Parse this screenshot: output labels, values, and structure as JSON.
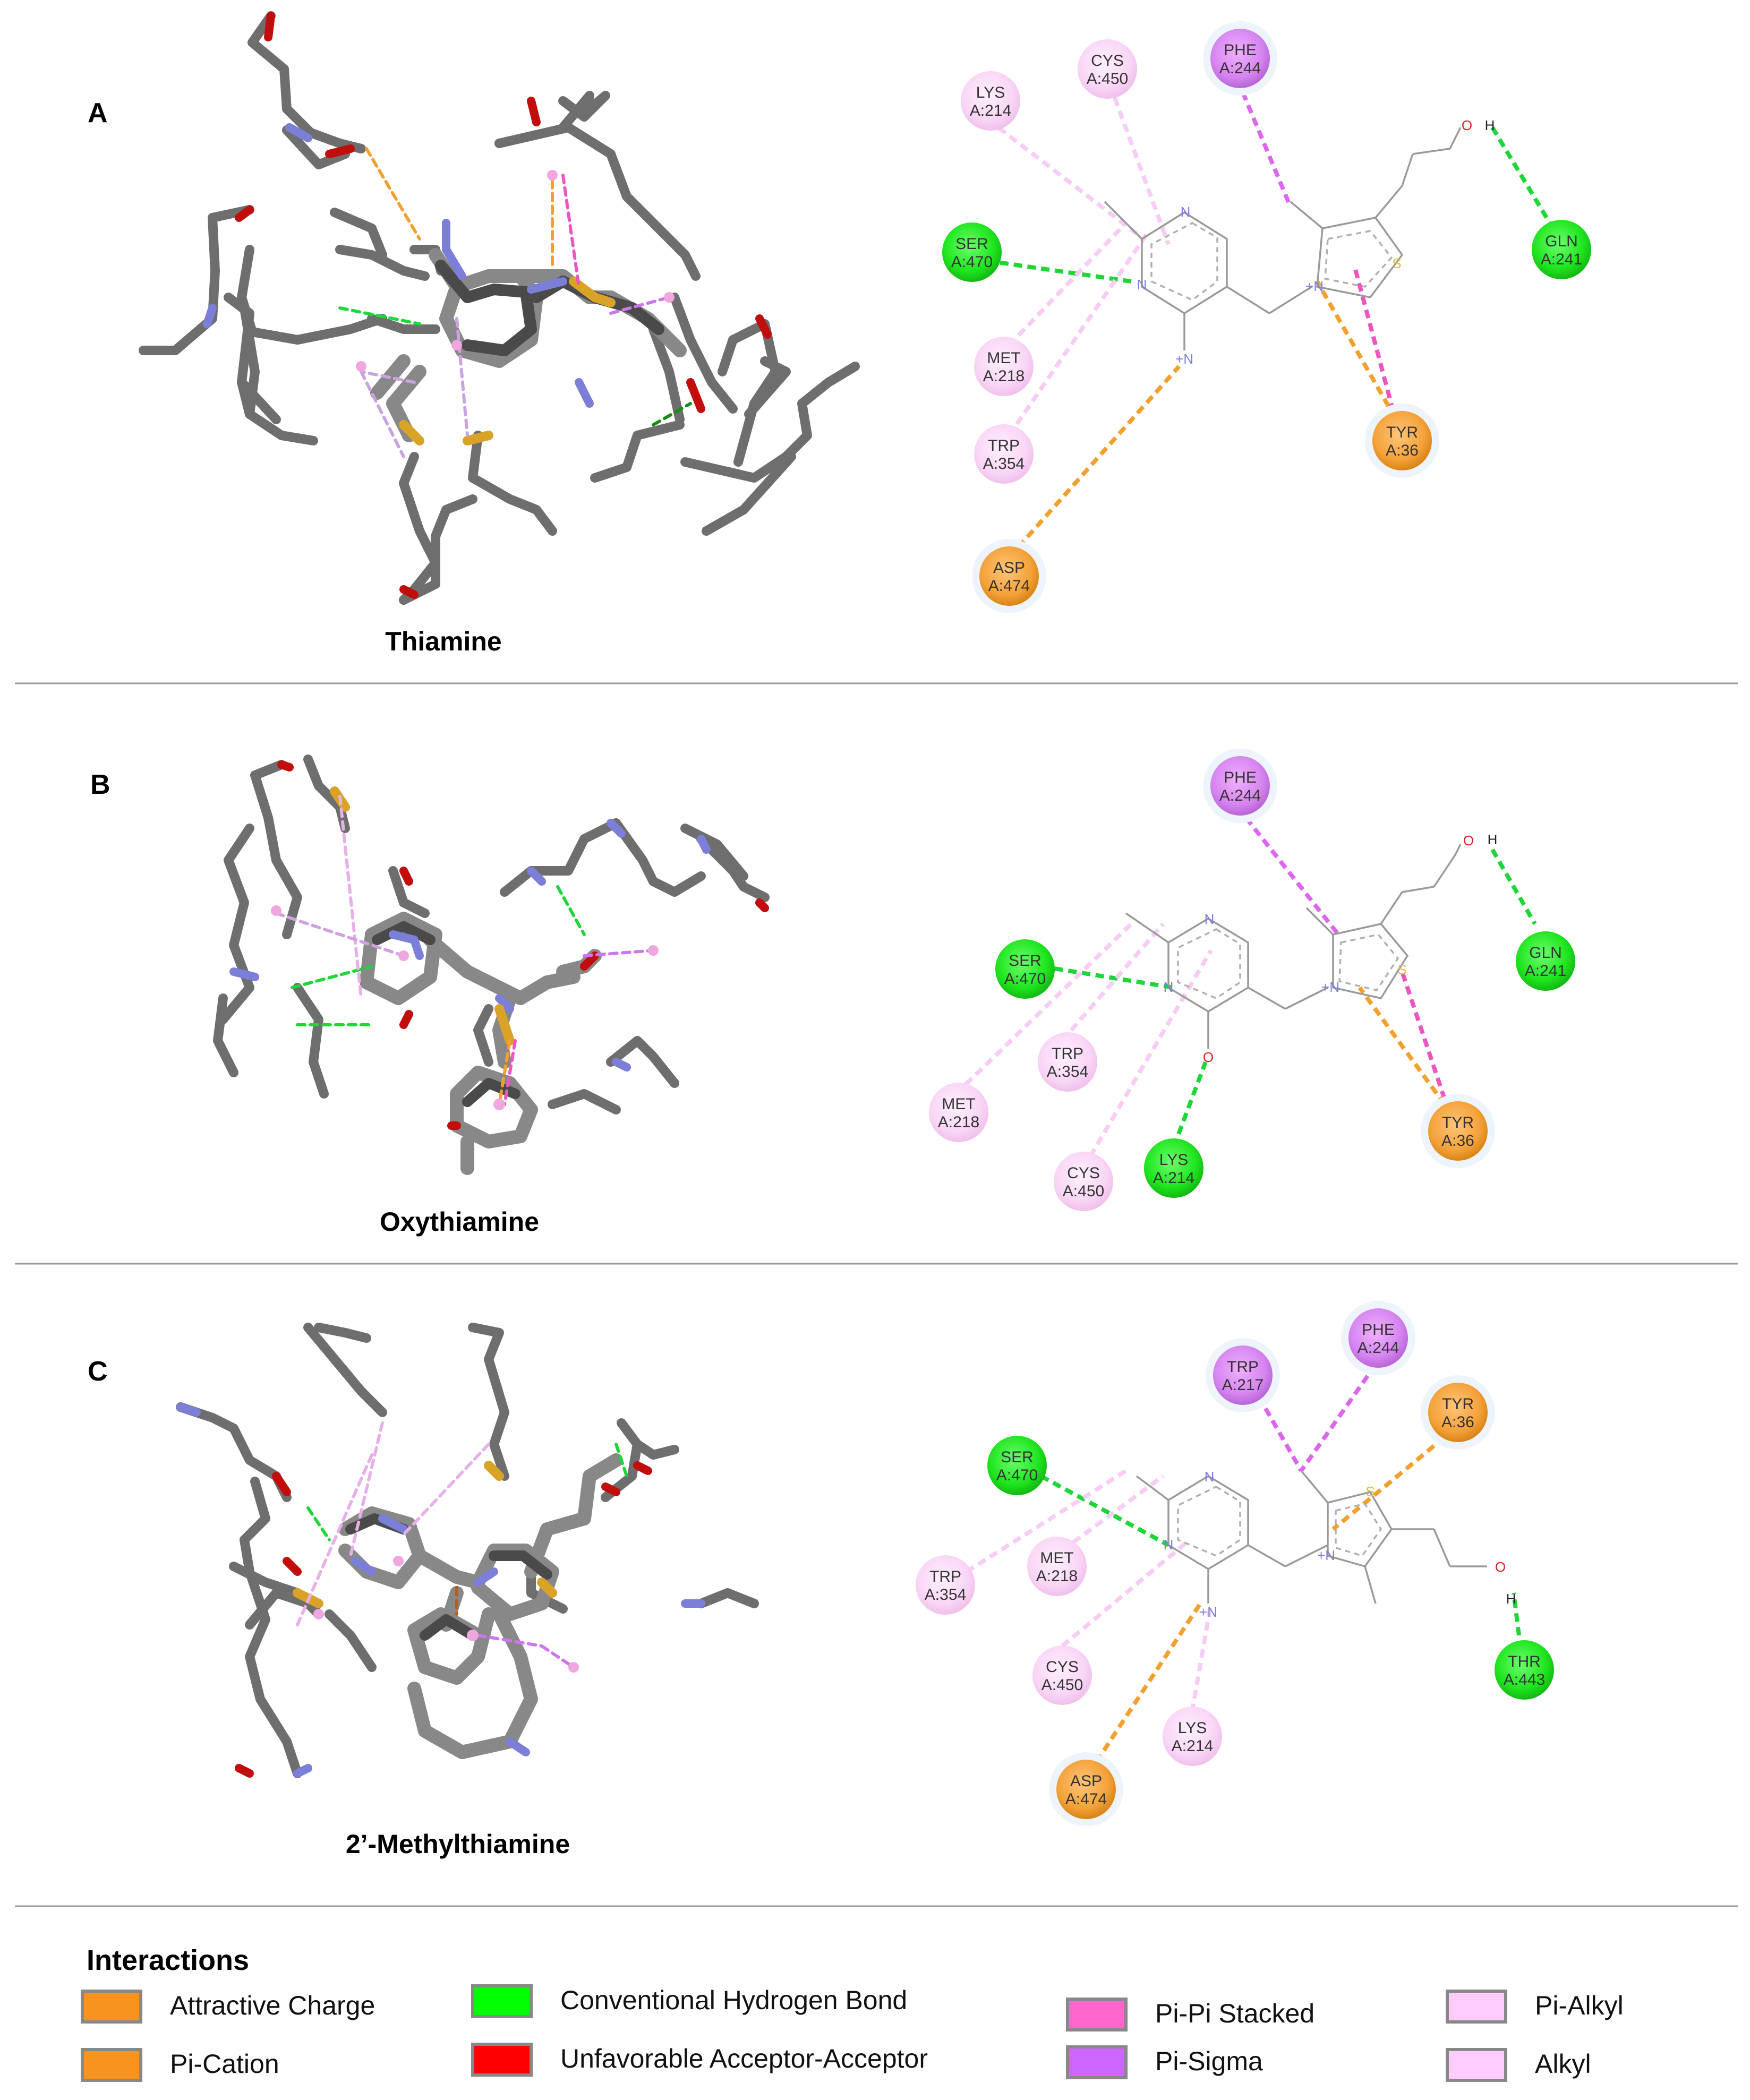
{
  "panels": [
    {
      "letter": "A",
      "compound": "Thiamine",
      "residues": [
        {
          "name": "LYS",
          "id": "A:214",
          "type": "alkyl"
        },
        {
          "name": "CYS",
          "id": "A:450",
          "type": "alkyl"
        },
        {
          "name": "PHE",
          "id": "A:244",
          "type": "pi-sigma"
        },
        {
          "name": "SER",
          "id": "A:470",
          "type": "hbond"
        },
        {
          "name": "GLN",
          "id": "A:241",
          "type": "hbond"
        },
        {
          "name": "MET",
          "id": "A:218",
          "type": "alkyl"
        },
        {
          "name": "TRP",
          "id": "A:354",
          "type": "alkyl"
        },
        {
          "name": "TYR",
          "id": "A:36",
          "type": "charge"
        },
        {
          "name": "ASP",
          "id": "A:474",
          "type": "charge"
        }
      ],
      "atoms": {
        "n1": "N",
        "n2": "N",
        "amine": "+N",
        "thz_n": "+N",
        "thz_s": "S",
        "o": "O",
        "h": "H"
      }
    },
    {
      "letter": "B",
      "compound": "Oxythiamine",
      "residues": [
        {
          "name": "PHE",
          "id": "A:244",
          "type": "pi-sigma"
        },
        {
          "name": "SER",
          "id": "A:470",
          "type": "hbond"
        },
        {
          "name": "GLN",
          "id": "A:241",
          "type": "hbond"
        },
        {
          "name": "TRP",
          "id": "A:354",
          "type": "alkyl"
        },
        {
          "name": "MET",
          "id": "A:218",
          "type": "alkyl"
        },
        {
          "name": "TYR",
          "id": "A:36",
          "type": "charge"
        },
        {
          "name": "CYS",
          "id": "A:450",
          "type": "alkyl"
        },
        {
          "name": "LYS",
          "id": "A:214",
          "type": "hbond"
        }
      ],
      "atoms": {
        "n1": "N",
        "n2": "N",
        "oxy": "O",
        "thz_n": "+N",
        "thz_s": "S",
        "o": "O",
        "h": "H"
      }
    },
    {
      "letter": "C",
      "compound": "2’-Methylthiamine",
      "residues": [
        {
          "name": "TRP",
          "id": "A:217",
          "type": "pi-sigma"
        },
        {
          "name": "PHE",
          "id": "A:244",
          "type": "pi-sigma"
        },
        {
          "name": "TYR",
          "id": "A:36",
          "type": "charge"
        },
        {
          "name": "SER",
          "id": "A:470",
          "type": "hbond"
        },
        {
          "name": "MET",
          "id": "A:218",
          "type": "alkyl"
        },
        {
          "name": "TRP",
          "id": "A:354",
          "type": "alkyl"
        },
        {
          "name": "CYS",
          "id": "A:450",
          "type": "alkyl"
        },
        {
          "name": "THR",
          "id": "A:443",
          "type": "hbond"
        },
        {
          "name": "LYS",
          "id": "A:214",
          "type": "alkyl"
        },
        {
          "name": "ASP",
          "id": "A:474",
          "type": "charge"
        }
      ],
      "atoms": {
        "n1": "N",
        "n2": "N",
        "amine": "+N",
        "thz_n": "+N",
        "thz_s": "S",
        "o": "O",
        "h": "H"
      }
    }
  ],
  "legend": {
    "title": "Interactions",
    "items": [
      {
        "label": "Attractive Charge",
        "color": "#f7931e"
      },
      {
        "label": "Pi-Cation",
        "color": "#f7931e"
      },
      {
        "label": "Conventional Hydrogen Bond",
        "color": "#00ff00"
      },
      {
        "label": "Unfavorable Acceptor-Acceptor",
        "color": "#ff0000"
      },
      {
        "label": "Pi-Pi Stacked",
        "color": "#ff66cc"
      },
      {
        "label": "Pi-Sigma",
        "color": "#cc66ff"
      },
      {
        "label": "Pi-Alkyl",
        "color": "#ffccff"
      },
      {
        "label": "Alkyl",
        "color": "#ffccff"
      }
    ]
  },
  "colors": {
    "hbond": "#1fd639",
    "charge": "#f2a030",
    "alkyl": "#f7cdf5",
    "pisigma": "#cc77ee",
    "pipi": "#ee55c0",
    "divider": "#999999"
  }
}
